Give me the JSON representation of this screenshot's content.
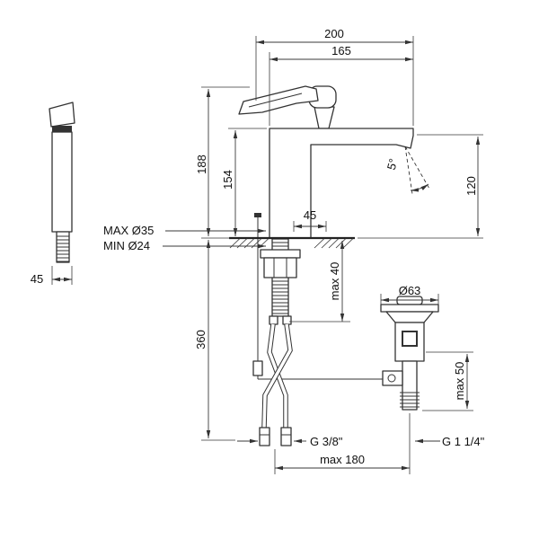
{
  "drawing": {
    "colors": {
      "ink": "#222222",
      "background": "#ffffff"
    },
    "dims": {
      "width_total": "200",
      "spout_reach": "165",
      "height_total": "188",
      "height_spout": "154",
      "base_depth": "45",
      "spout_angle": "5°",
      "outlet_height": "120",
      "hole_max": "MAX Ø35",
      "hole_min": "MIN Ø24",
      "deck_max": "max 40",
      "under_deck_length": "360",
      "waste_flange_dia": "Ø63",
      "waste_adjust": "max 50",
      "hose_thread": "G 3/8\"",
      "waste_thread": "G 1 1/4\"",
      "waste_offset": "max 180",
      "side_view_depth": "45"
    }
  }
}
